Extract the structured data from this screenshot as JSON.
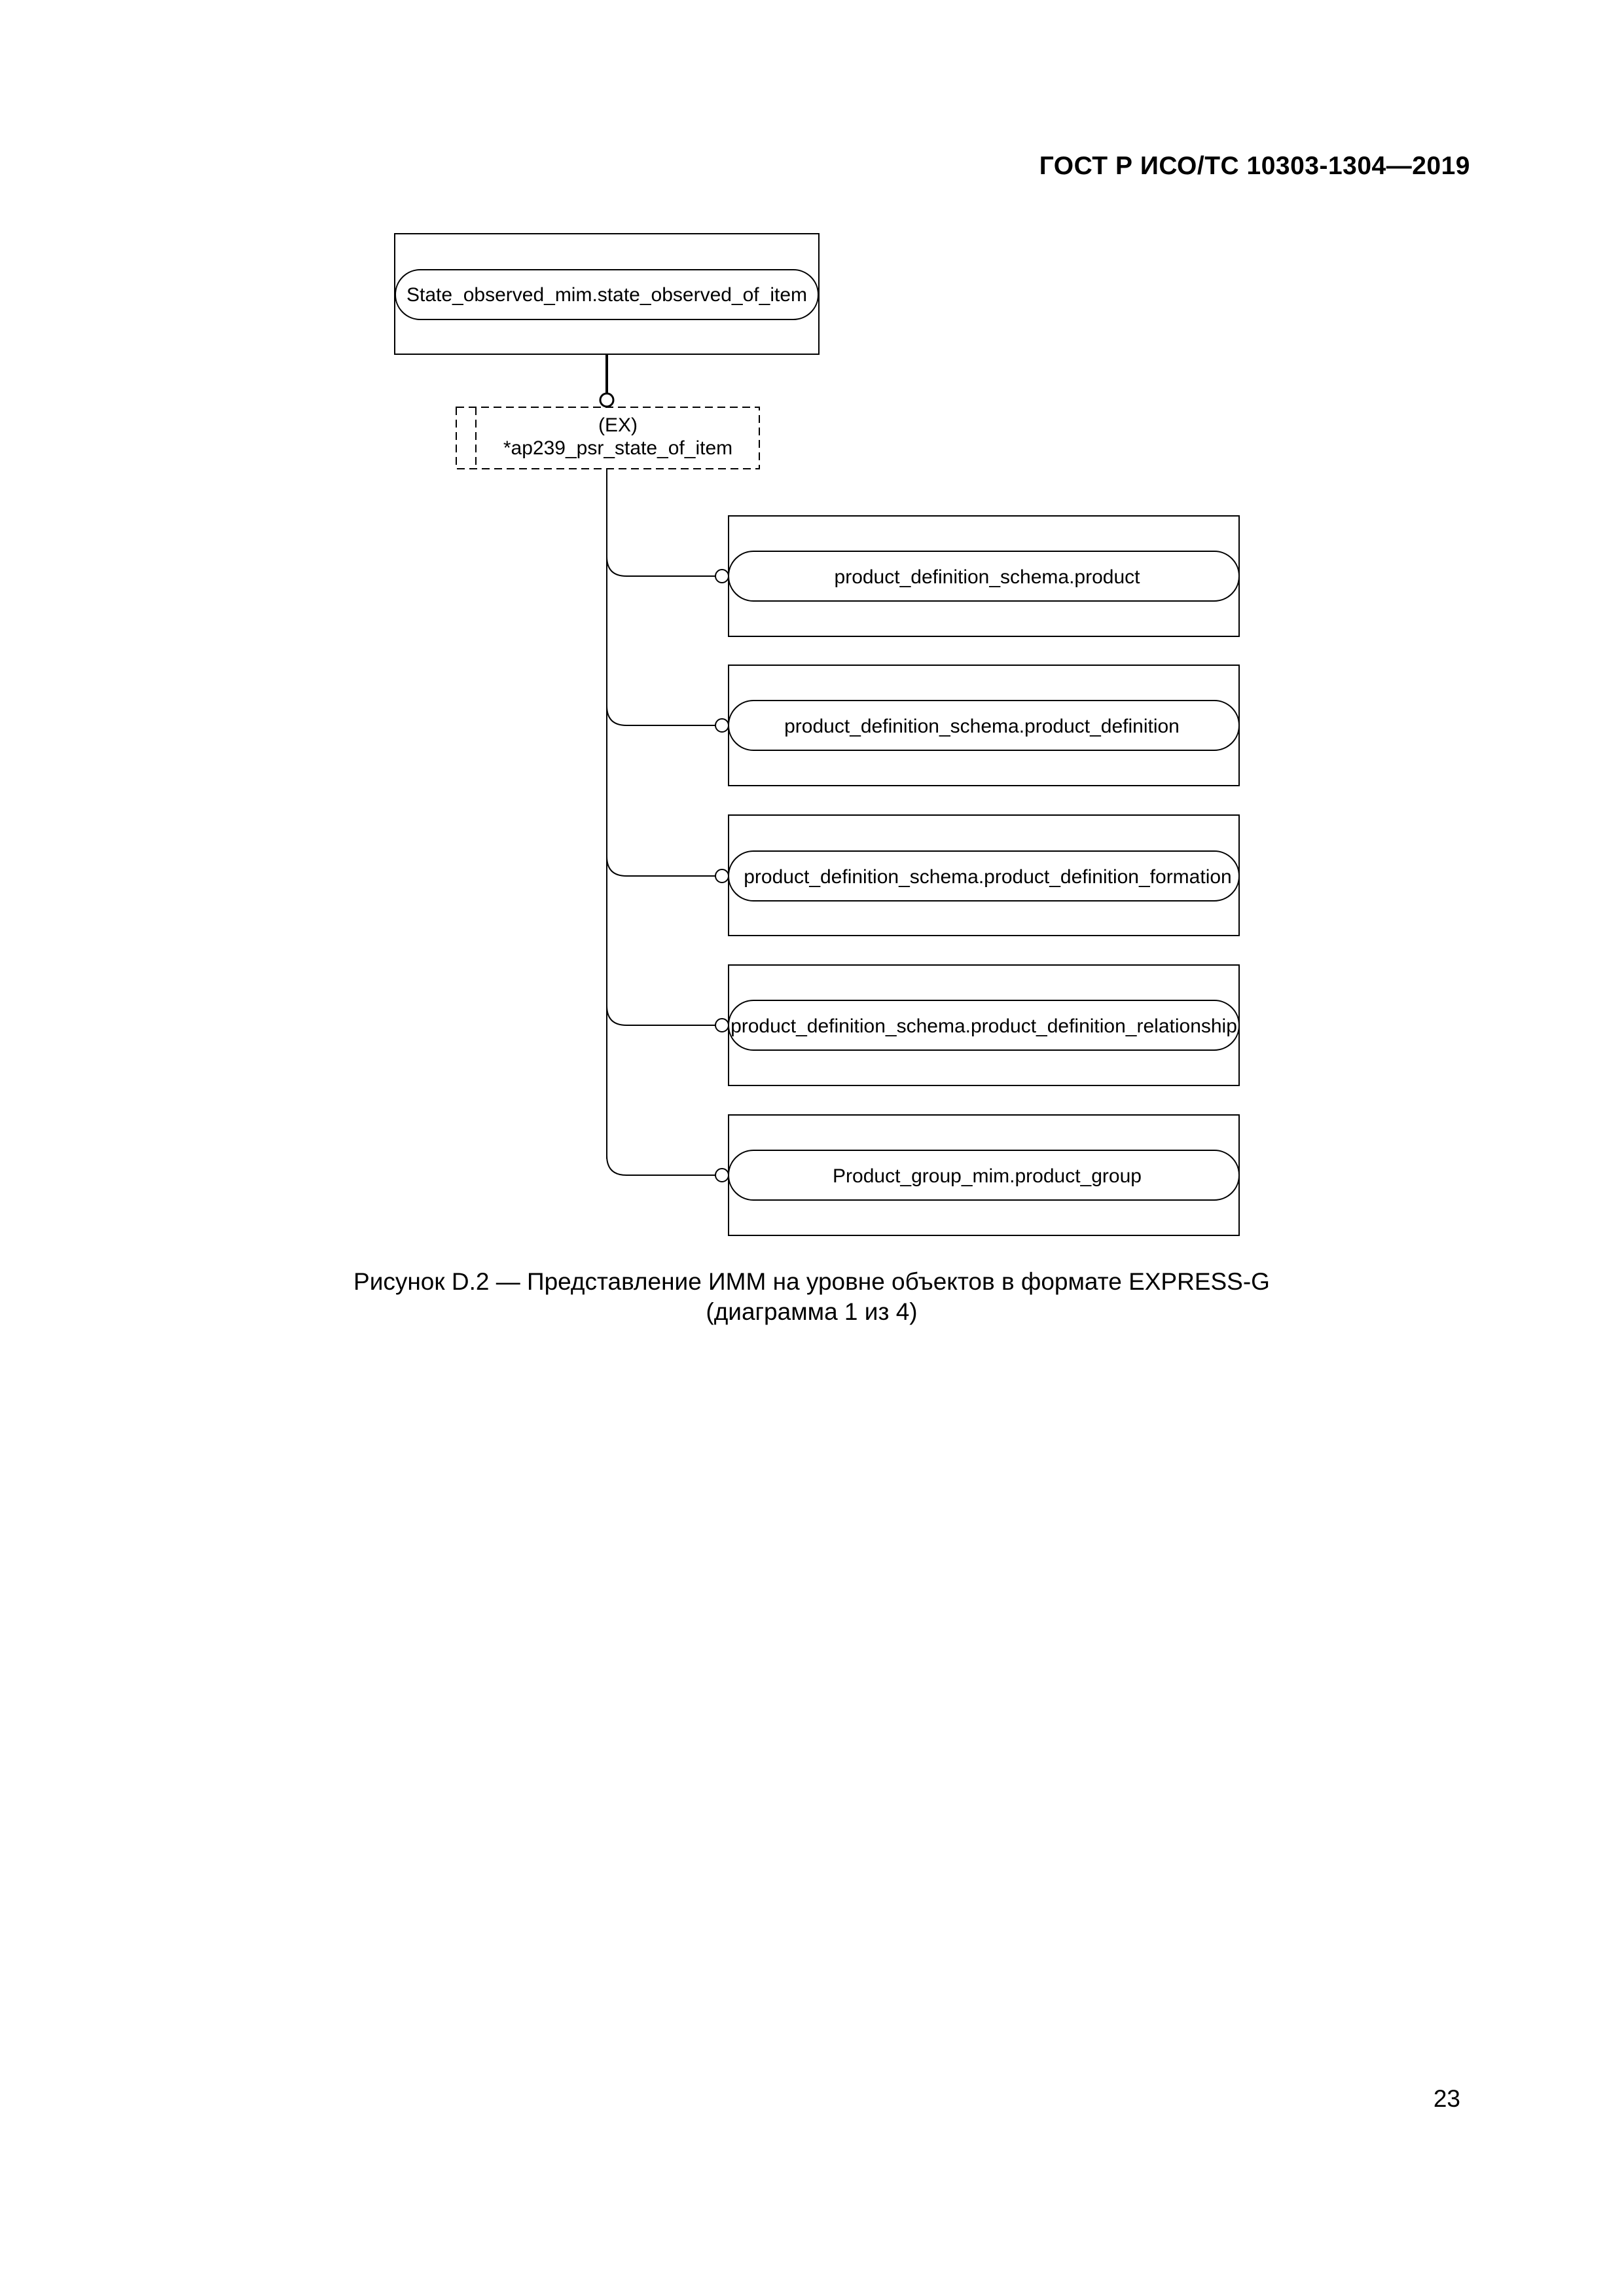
{
  "header": {
    "doc_id": "ГОСТ Р ИСО/ТС 10303-1304—2019"
  },
  "diagram": {
    "root": {
      "label": "State_observed_mim.state_observed_of_item"
    },
    "select": {
      "line1": "(EX)",
      "line2": "*ap239_psr_state_of_item"
    },
    "items": [
      {
        "label": "product_definition_schema.product"
      },
      {
        "label": "product_definition_schema.product_definition"
      },
      {
        "label": "product_definition_schema.product_definition_formation"
      },
      {
        "label": "product_definition_schema.product_definition_relationship"
      },
      {
        "label": "Product_group_mim.product_group"
      }
    ]
  },
  "caption": {
    "line1": "Рисунок D.2 — Представление ИММ на уровне объектов в формате EXPRESS-G",
    "line2": "(диаграмма 1 из 4)"
  },
  "page": {
    "number": "23"
  }
}
